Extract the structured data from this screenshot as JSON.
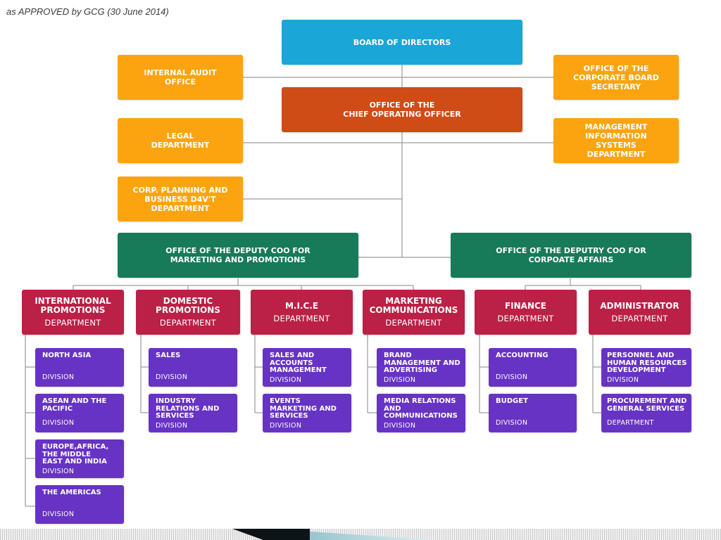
{
  "caption": "as APPROVED by GCG  (30 June 2014)",
  "colors": {
    "board": "#1ba6d8",
    "office": "#fba40f",
    "coo": "#d04c16",
    "deputy": "#177a58",
    "department": "#bb2046",
    "division": "#6733c4",
    "connector": "#9a9a9a"
  },
  "board": "BOARD OF DIRECTORS",
  "internal_audit": "INTERNAL AUDIT\nOFFICE",
  "corporate_secretary": "OFFICE OF THE\nCORPORATE BOARD\nSECRETARY",
  "coo": "OFFICE OF THE\nCHIEF OPERATING OFFICER",
  "legal": "LEGAL\nDEPARTMENT",
  "mis": "MANAGEMENT\nINFORMATION\nSYSTEMS\nDEPARTMENT",
  "corp_planning": "CORP. PLANNING AND\nBUSINESS D4V'T\nDEPARTMENT",
  "deputy_marketing": "OFFICE OF THE DEPUTY COO FOR\nMARKETING AND PROMOTIONS",
  "deputy_corporate": "OFFICE OF THE DEPUTRY COO FOR\nCORPOATE AFFAIRS",
  "departments": [
    {
      "name": "INTERNATIONAL\nPROMOTIONS",
      "type": "DEPARTMENT",
      "divisions": [
        {
          "name": "NORTH ASIA",
          "type": "DIVISION"
        },
        {
          "name": "ASEAN AND THE\nPACIFIC",
          "type": "DIVISION"
        },
        {
          "name": "EUROPE,AFRICA,\nTHE MIDDLE\nEAST AND INDIA",
          "type": "DIVISION"
        },
        {
          "name": "THE AMERICAS",
          "type": "DIVISION"
        }
      ]
    },
    {
      "name": "DOMESTIC\nPROMOTIONS",
      "type": "DEPARTMENT",
      "divisions": [
        {
          "name": "SALES",
          "type": "DIVISION"
        },
        {
          "name": "INDUSTRY\nRELATIONS AND\nSERVICES",
          "type": "DIVISION"
        }
      ]
    },
    {
      "name": "M.I.C.E",
      "type": "DEPARTMENT",
      "divisions": [
        {
          "name": "SALES AND\nACCOUNTS\nMANAGEMENT",
          "type": "DIVISION"
        },
        {
          "name": "EVENTS\nMARKETING AND\nSERVICES",
          "type": "DIVISION"
        }
      ]
    },
    {
      "name": "MARKETING\nCOMMUNICATIONS",
      "type": "DEPARTMENT",
      "divisions": [
        {
          "name": "BRAND\nMANAGEMENT AND\nADVERTISING",
          "type": "DIVISION"
        },
        {
          "name": "MEDIA RELATIONS\nAND\nCOMMUNICATIONS",
          "type": "DIVISION"
        }
      ]
    },
    {
      "name": "FINANCE",
      "type": "DEPARTMENT",
      "divisions": [
        {
          "name": "ACCOUNTING",
          "type": "DIVISION"
        },
        {
          "name": "BUDGET",
          "type": "DIVISION"
        }
      ]
    },
    {
      "name": "ADMINISTRATOR",
      "type": "DEPARTMENT",
      "divisions": [
        {
          "name": "PERSONNEL AND\nHUMAN RESOURCES\nDEVELOPMENT",
          "type": "DIVISION"
        },
        {
          "name": "PROCUREMENT AND\nGENERAL SERVICES",
          "type": "DEPARTMENT"
        }
      ]
    }
  ]
}
